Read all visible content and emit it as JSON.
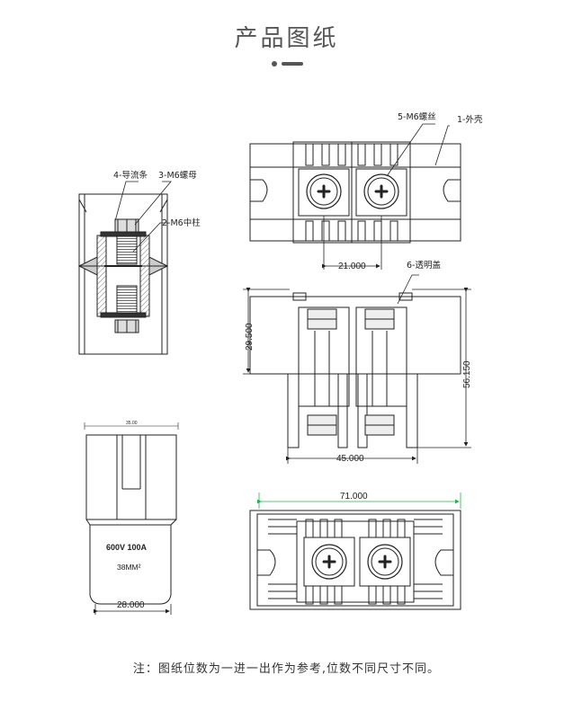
{
  "page": {
    "title": "产品图纸",
    "note": "注：图纸位数为一进一出作为参考,位数不同尺寸不同。"
  },
  "labels": {
    "screw": "5-M6螺丝",
    "shell": "1-外壳",
    "bar": "4-导流条",
    "nut": "3-M6螺母",
    "post": "2-M6中柱",
    "cover": "6-透明盖"
  },
  "dimensions": {
    "pitch": "21.000",
    "height_upper": "29.500",
    "height_total": "56.150",
    "width_base": "45.000",
    "length": "71.000",
    "depth": "28.000",
    "top_tiny": "35.00"
  },
  "rating": {
    "current": "600V  100A",
    "wire": "38MM²"
  },
  "colors": {
    "line": "#222222",
    "dim_green": "#22b14c",
    "hatch": "#9a9a9a"
  }
}
